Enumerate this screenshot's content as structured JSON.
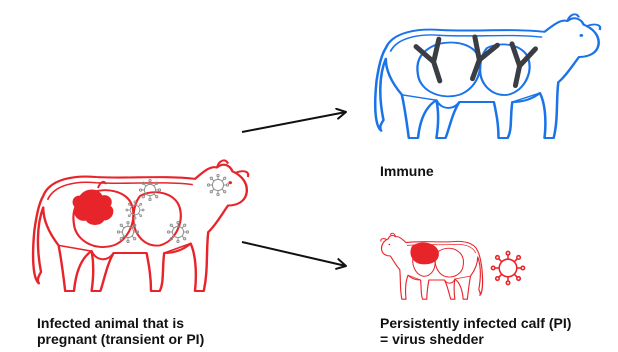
{
  "colors": {
    "infected": "#e8242b",
    "immune": "#1a73e8",
    "antibody": "#3a3d44",
    "virus": "#8e8e8e",
    "arrow": "#111111",
    "text": "#111111"
  },
  "icons": {
    "infected_cow": "cow-icon",
    "fetus": "calf-fetus-icon",
    "virus": "virus-icon",
    "immune_cow": "cow-icon",
    "antibody": "antibody-icon",
    "pi_calf": "calf-icon",
    "arrow": "arrow-right-icon"
  },
  "captions": {
    "infected": [
      "Infected animal that is",
      "pregnant (transient or PI)"
    ],
    "immune": "Immune",
    "pi_calf": [
      "Persistently infected calf (PI)",
      "= virus shedder"
    ]
  }
}
